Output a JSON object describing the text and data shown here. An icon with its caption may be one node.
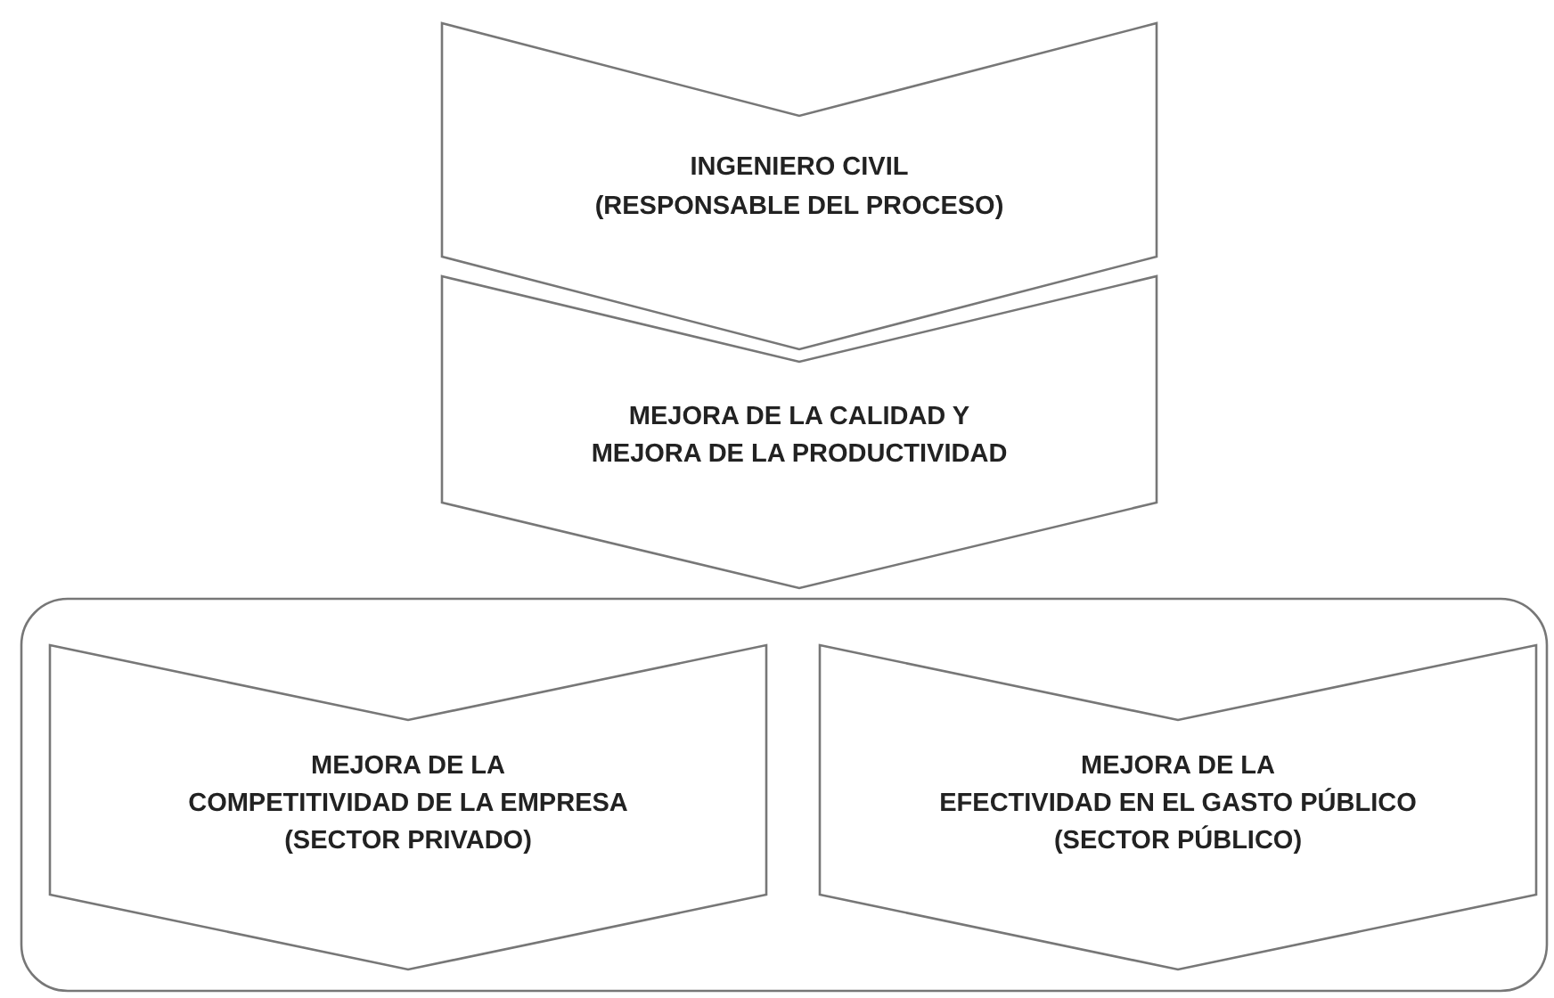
{
  "diagram": {
    "nodes": [
      {
        "text": [
          "INGENIERO CIVIL",
          "(RESPONSABLE DEL PROCESO)"
        ]
      },
      {
        "text": [
          "MEJORA DE LA CALIDAD Y MEJORA DE LA PRODUCTIVIDAD"
        ]
      },
      {
        "text": [],
        "shape": "box"
      },
      {
        "text": [
          "MEJORA DE LA",
          "COMPETITIVIDAD DE LA EMPRESA",
          "(SECTOR PRIVADO)"
        ],
        "in": 2
      },
      {
        "text": [
          "MEJORA DE LA",
          "EFECTIVIDAD EN EL GASTO PÚBLICO",
          "(SECTOR PÚBLICO)"
        ],
        "in": 2
      }
    ]
  }
}
